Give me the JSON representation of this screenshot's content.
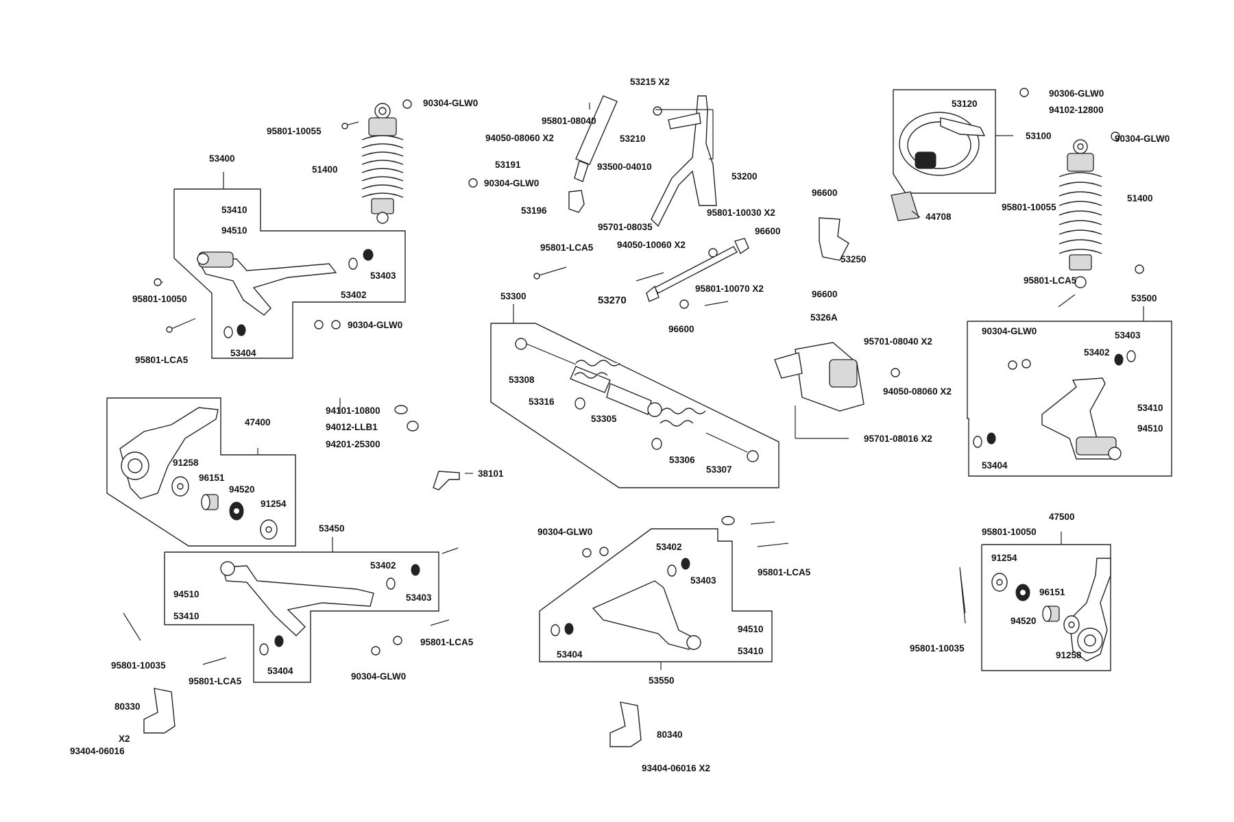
{
  "labels": {
    "p90304_a": "90304-GLW0",
    "p95801_10055_a": "95801-10055",
    "p51400_a": "51400",
    "p53400": "53400",
    "p53410_a": "53410",
    "p94510_a": "94510",
    "p53403_a": "53403",
    "p53402_a": "53402",
    "p95801_10050_a": "95801-10050",
    "p90304_b": "90304-GLW0",
    "p95801_lca5_a": "95801-LCA5",
    "p53404_a": "53404",
    "p53215": "53215 X2",
    "p95801_08040": "95801-08040",
    "p94050_08060_a": "94050-08060 X2",
    "p53210": "53210",
    "p53191": "53191",
    "p93500": "93500-04010",
    "p53200": "53200",
    "p90304_c": "90304-GLW0",
    "p53196": "53196",
    "p95701_08035": "95701-08035",
    "p95801_10030": "95801-10030 X2",
    "p95801_lca5_b": "95801-LCA5",
    "p94050_10060": "94050-10060 X2",
    "p96600_a": "96600",
    "p95801_10070": "95801-10070 X2",
    "p53270": "53270",
    "p96600_b": "96600",
    "p96600_c": "96600",
    "p53250": "53250",
    "p96600_d": "96600",
    "p90306": "90306-GLW0",
    "p94102": "94102-12800",
    "p53120": "53120",
    "p53100": "53100",
    "p90304_d": "90304-GLW0",
    "p44708": "44708",
    "p95801_10055_b": "95801-10055",
    "p51400_b": "51400",
    "p95801_lca5_c": "95801-LCA5",
    "p53500": "53500",
    "p90304_e": "90304-GLW0",
    "p53403_b": "53403",
    "p53402_b": "53402",
    "p53410_b": "53410",
    "p94510_b": "94510",
    "p53404_b": "53404",
    "p53300": "53300",
    "p53308": "53308",
    "p53316": "53316",
    "p53305": "53305",
    "p53306": "53306",
    "p53307": "53307",
    "p5326a": "5326A",
    "p95701_08040": "95701-08040 X2",
    "p94050_08060_b": "94050-08060 X2",
    "p95701_08016": "95701-08016 X2",
    "p47400": "47400",
    "p91258_a": "91258",
    "p96151_a": "96151",
    "p94520_a": "94520",
    "p91254_a": "91254",
    "p94101": "94101-10800",
    "p94012": "94012-LLB1",
    "p94201": "94201-25300",
    "p38101": "38101",
    "p53450": "53450",
    "p53402_c": "53402",
    "p53403_c": "53403",
    "p94510_c": "94510",
    "p53410_c": "53410",
    "p95801_lca5_d": "95801-LCA5",
    "p95801_10035_a": "95801-10035",
    "p95801_lca5_e": "95801-LCA5",
    "p53404_c": "53404",
    "p90304_f": "90304-GLW0",
    "p90304_g": "90304-GLW0",
    "p53402_d": "53402",
    "p53403_d": "53403",
    "p95801_lca5_f": "95801-LCA5",
    "p94510_d": "94510",
    "p53410_d": "53410",
    "p53404_d": "53404",
    "p53550": "53550",
    "p95801_10050_b": "95801-10050",
    "p47500": "47500",
    "p91254_b": "91254",
    "p96151_b": "96151",
    "p94520_b": "94520",
    "p91258_b": "91258",
    "p95801_10035_b": "95801-10035",
    "p80330": "80330",
    "p93404_a_x2": "X2",
    "p93404_a": "93404-06016",
    "p80340": "80340",
    "p93404_b": "93404-06016 X2"
  }
}
